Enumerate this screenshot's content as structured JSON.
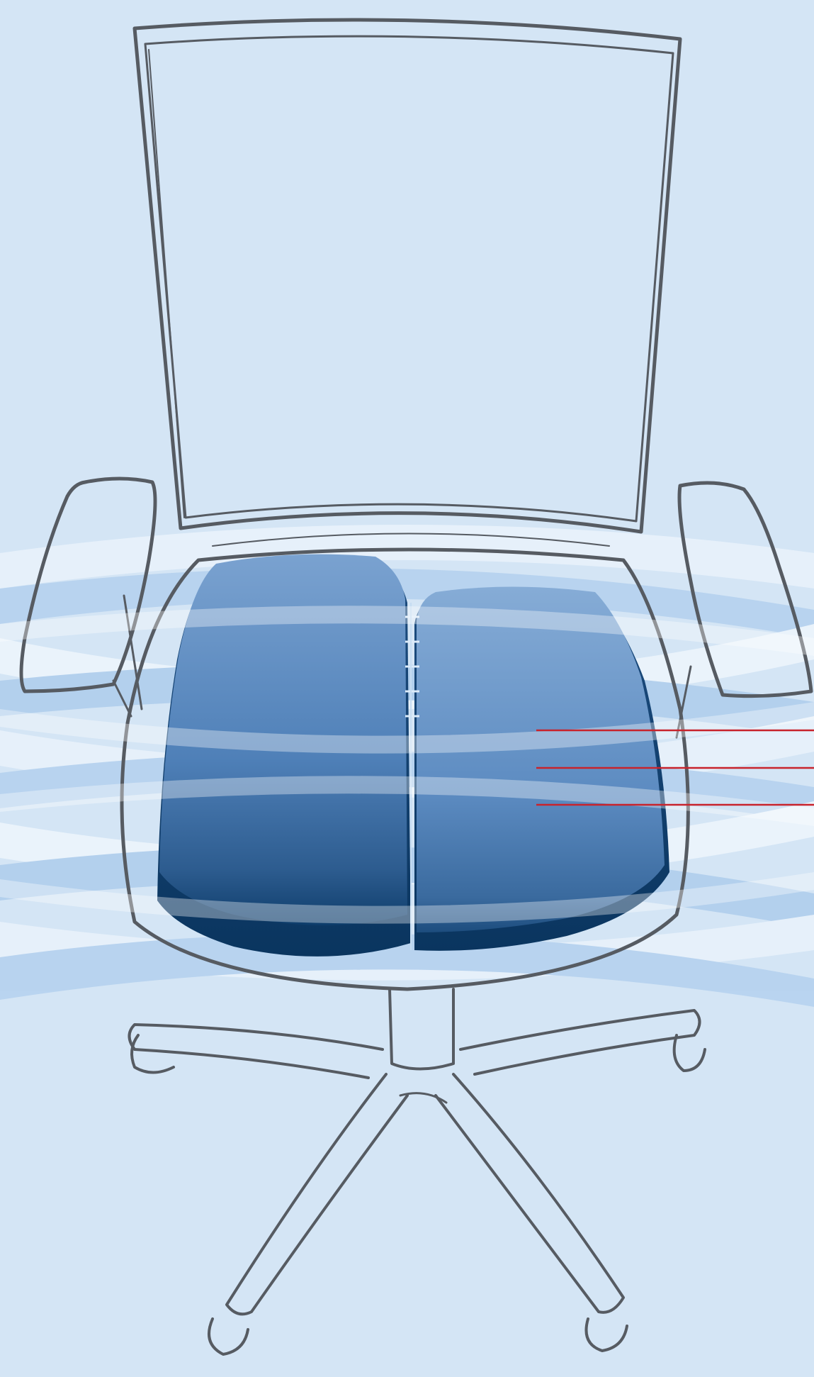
{
  "colors": {
    "background": "#d4e5f5",
    "sketch_stroke": "#565b62",
    "cushion_light": "#7da6d4",
    "cushion_dark": "#2d5c8f",
    "cushion_shadow": "#0e3d6b",
    "wave_light": "#ffffff",
    "wave_blue": "#a9c9ea",
    "marker_line": "#c8232c"
  },
  "icons": {
    "chair": "office-chair-sketch",
    "seat": "split-seat-cushion",
    "waves": "pressure-wave-bands"
  }
}
